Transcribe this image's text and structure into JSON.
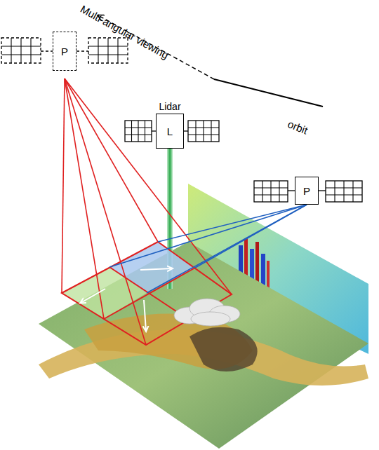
{
  "diagram": {
    "nodes": [
      {
        "text": [
          "P"
        ]
      },
      {
        "text": [
          "Lidar",
          "L"
        ]
      },
      {
        "text": [
          "P"
        ]
      }
    ],
    "labels": [
      "Multi-angular viewing",
      "orbit"
    ]
  }
}
